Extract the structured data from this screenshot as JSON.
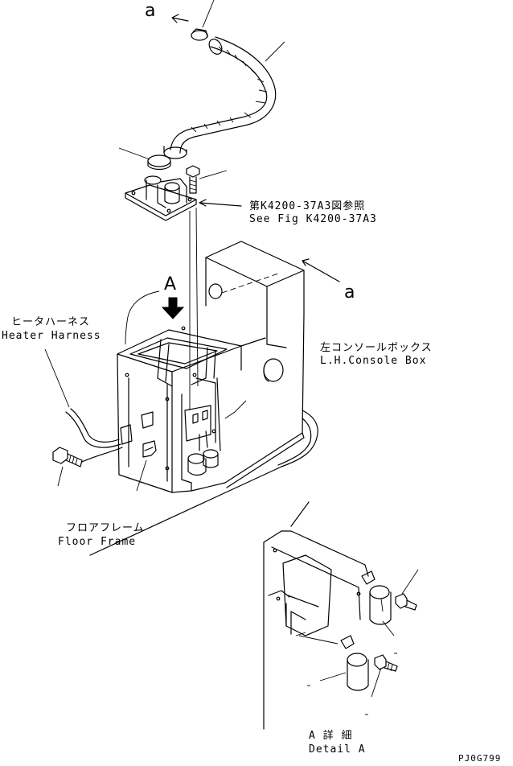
{
  "labels": {
    "ref_jp": "第K4200-37A3図参照",
    "ref_en": "See Fig K4200-37A3",
    "heater_jp": "ヒータハーネス",
    "heater_en": "Heater Harness",
    "console_jp": "左コンソールボックス",
    "console_en": "L.H.Console Box",
    "floor_jp": "フロアフレーム",
    "floor_en": "Floor Frame",
    "detail_jp": "A 詳 細",
    "detail_en": "Detail A",
    "view_letter": "A",
    "arrow_a_top": "a",
    "arrow_a_right": "a",
    "drawing_code": "PJ0G799"
  }
}
